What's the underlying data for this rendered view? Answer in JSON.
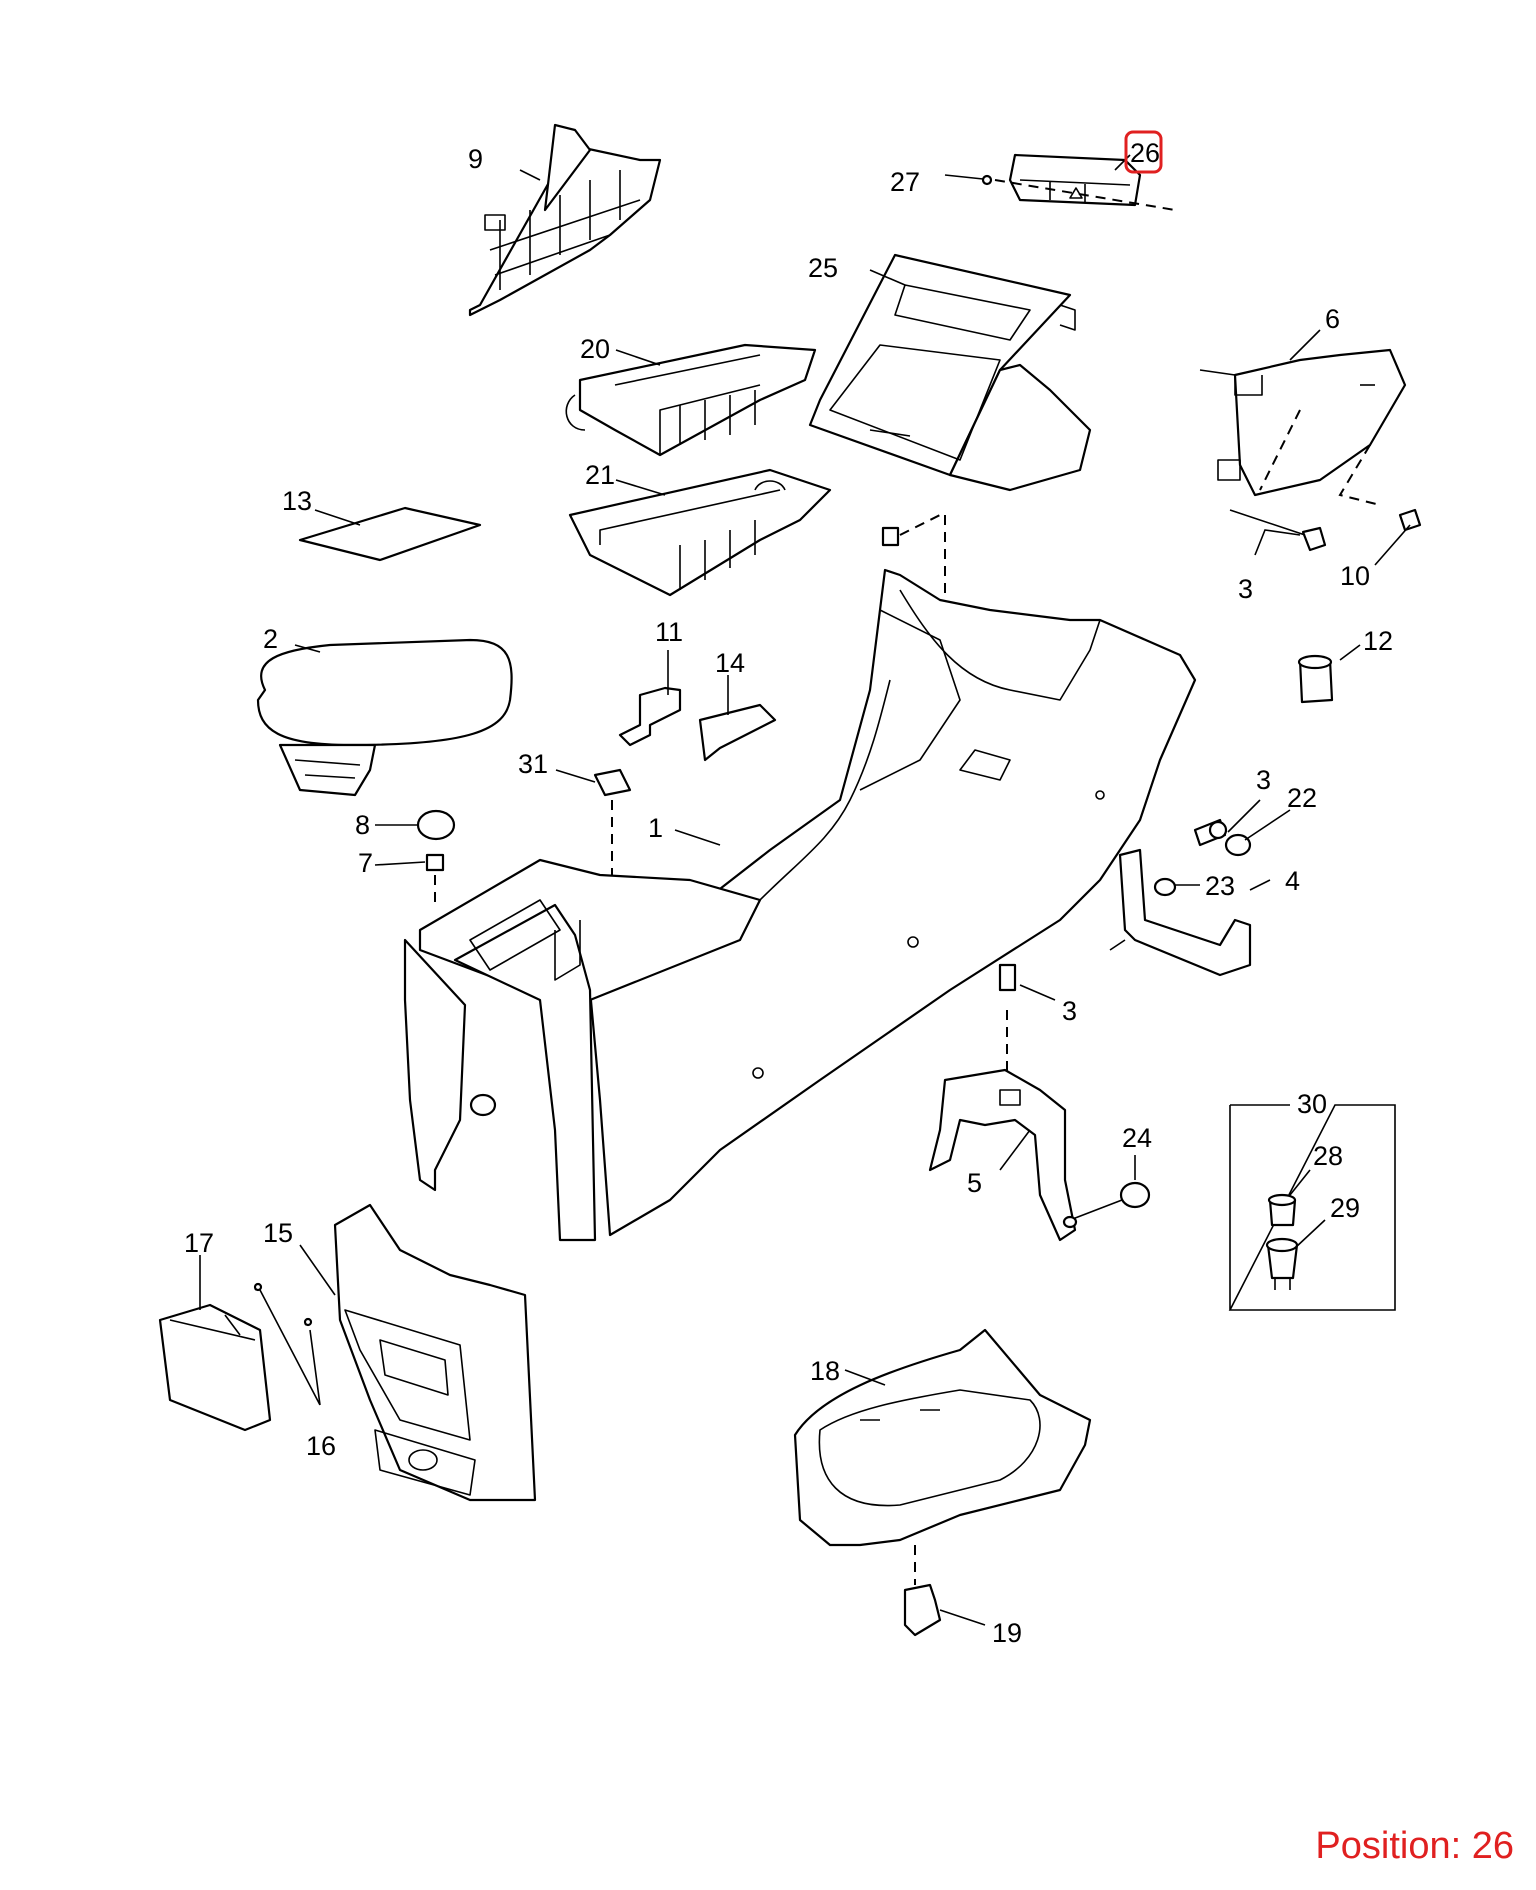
{
  "labels": {
    "l1": "1",
    "l2": "2",
    "l3a": "3",
    "l3b": "3",
    "l3c": "3",
    "l4": "4",
    "l5": "5",
    "l6": "6",
    "l7": "7",
    "l8": "8",
    "l9": "9",
    "l10": "10",
    "l11": "11",
    "l12": "12",
    "l13": "13",
    "l14": "14",
    "l15": "15",
    "l16": "16",
    "l17": "17",
    "l18": "18",
    "l19": "19",
    "l20": "20",
    "l21": "21",
    "l22": "22",
    "l23": "23",
    "l24": "24",
    "l25": "25",
    "l26": "26",
    "l27": "27",
    "l28": "28",
    "l29": "29",
    "l30": "30",
    "l31": "31"
  },
  "highlight": {
    "part": "26",
    "color": "#e02020"
  },
  "position": {
    "text": "Position: 26",
    "color": "#e02020"
  }
}
